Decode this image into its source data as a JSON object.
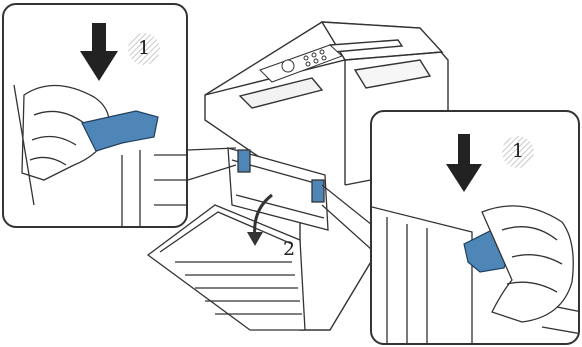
{
  "steps": {
    "left_inset_step": "1",
    "right_inset_step": "1",
    "main_step": "2"
  },
  "colors": {
    "lever_blue": "#4f86b8",
    "line": "#333333",
    "hatch": "#c9c9c9"
  },
  "icons": {
    "press_arrow": "down-arrow-icon",
    "open_arrow": "curved-arrow-icon"
  }
}
